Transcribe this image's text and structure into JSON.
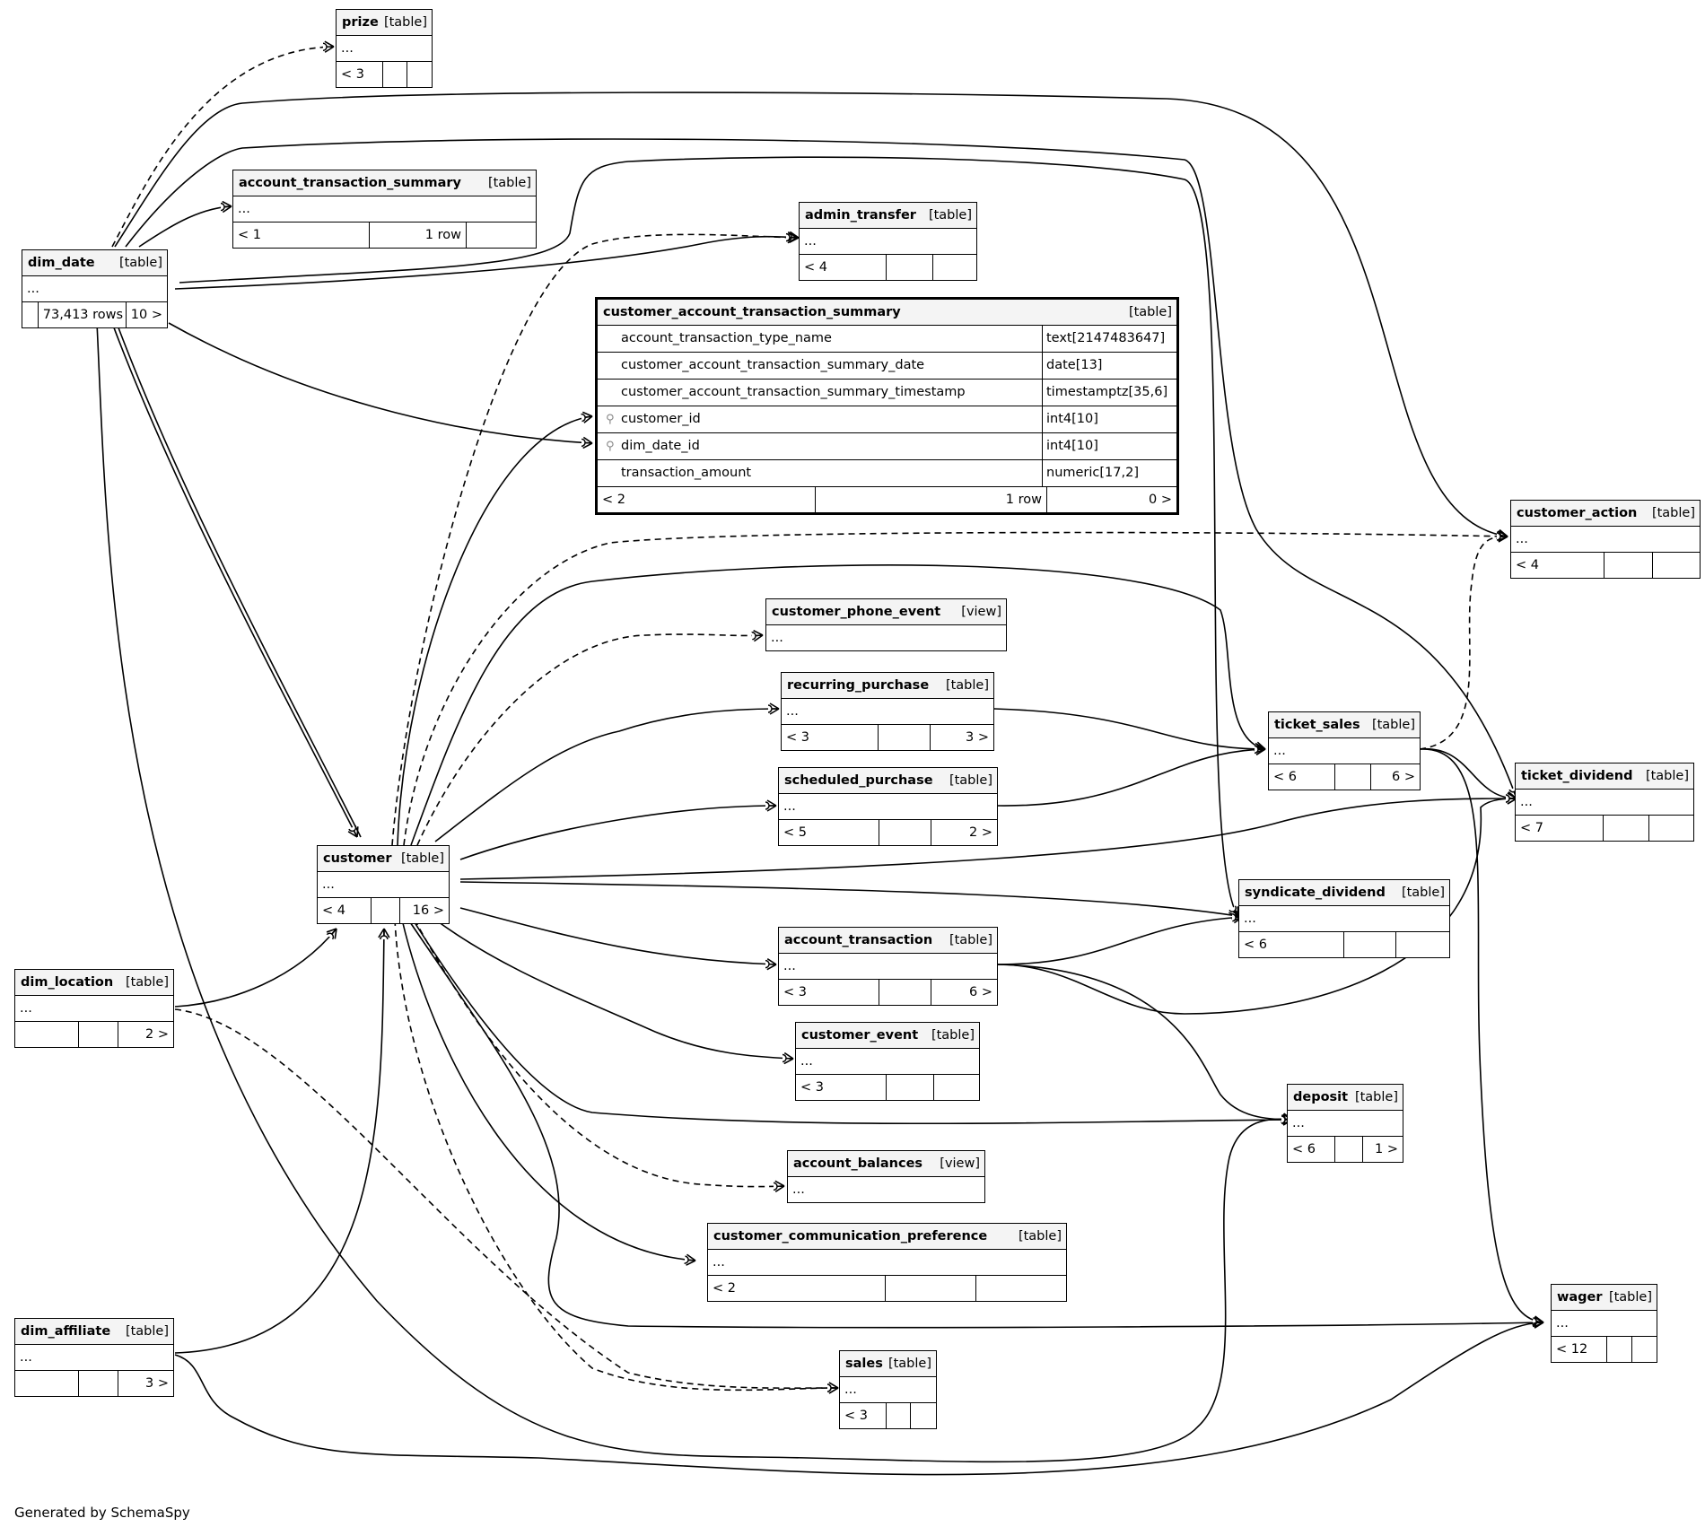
{
  "footer_text": "Generated by SchemaSpy",
  "focus_table": {
    "name": "customer_account_transaction_summary",
    "type": "[table]",
    "columns": [
      {
        "name": "account_transaction_type_name",
        "datatype": "text[2147483647]",
        "key": false
      },
      {
        "name": "customer_account_transaction_summary_date",
        "datatype": "date[13]",
        "key": false
      },
      {
        "name": "customer_account_transaction_summary_timestamp",
        "datatype": "timestamptz[35,6]",
        "key": false
      },
      {
        "name": "customer_id",
        "datatype": "int4[10]",
        "key": true
      },
      {
        "name": "dim_date_id",
        "datatype": "int4[10]",
        "key": true
      },
      {
        "name": "transaction_amount",
        "datatype": "numeric[17,2]",
        "key": false
      }
    ],
    "footer": [
      "< 2",
      "1 row",
      "0 >"
    ],
    "key_icon": "key-icon"
  },
  "tables": {
    "prize": {
      "name": "prize",
      "type": "[table]",
      "body": "...",
      "footer": [
        "< 3",
        "",
        ""
      ]
    },
    "account_transaction_summary": {
      "name": "account_transaction_summary",
      "type": "[table]",
      "body": "...",
      "footer": [
        "< 1",
        "1 row",
        ""
      ]
    },
    "admin_transfer": {
      "name": "admin_transfer",
      "type": "[table]",
      "body": "...",
      "footer": [
        "< 4",
        "",
        ""
      ]
    },
    "dim_date": {
      "name": "dim_date",
      "type": "[table]",
      "body": "...",
      "footer": [
        "",
        "73,413 rows",
        "10 >"
      ]
    },
    "customer_action": {
      "name": "customer_action",
      "type": "[table]",
      "body": "...",
      "footer": [
        "< 4",
        "",
        ""
      ]
    },
    "customer_phone_event": {
      "name": "customer_phone_event",
      "type": "[view]",
      "body": "...",
      "footer": null
    },
    "recurring_purchase": {
      "name": "recurring_purchase",
      "type": "[table]",
      "body": "...",
      "footer": [
        "< 3",
        "",
        "3 >"
      ]
    },
    "ticket_sales": {
      "name": "ticket_sales",
      "type": "[table]",
      "body": "...",
      "footer": [
        "< 6",
        "",
        "6 >"
      ]
    },
    "scheduled_purchase": {
      "name": "scheduled_purchase",
      "type": "[table]",
      "body": "...",
      "footer": [
        "< 5",
        "",
        "2 >"
      ]
    },
    "ticket_dividend": {
      "name": "ticket_dividend",
      "type": "[table]",
      "body": "...",
      "footer": [
        "< 7",
        "",
        ""
      ]
    },
    "customer": {
      "name": "customer",
      "type": "[table]",
      "body": "...",
      "footer": [
        "< 4",
        "",
        "16 >"
      ]
    },
    "syndicate_dividend": {
      "name": "syndicate_dividend",
      "type": "[table]",
      "body": "...",
      "footer": [
        "< 6",
        "",
        ""
      ]
    },
    "dim_location": {
      "name": "dim_location",
      "type": "[table]",
      "body": "...",
      "footer": [
        "",
        "",
        "2 >"
      ]
    },
    "account_transaction": {
      "name": "account_transaction",
      "type": "[table]",
      "body": "...",
      "footer": [
        "< 3",
        "",
        "6 >"
      ]
    },
    "customer_event": {
      "name": "customer_event",
      "type": "[table]",
      "body": "...",
      "footer": [
        "< 3",
        "",
        ""
      ]
    },
    "deposit": {
      "name": "deposit",
      "type": "[table]",
      "body": "...",
      "footer": [
        "< 6",
        "",
        "1 >"
      ]
    },
    "account_balances": {
      "name": "account_balances",
      "type": "[view]",
      "body": "...",
      "footer": null
    },
    "customer_communication_preference": {
      "name": "customer_communication_preference",
      "type": "[table]",
      "body": "...",
      "footer": [
        "< 2",
        "",
        ""
      ]
    },
    "wager": {
      "name": "wager",
      "type": "[table]",
      "body": "...",
      "footer": [
        "< 12",
        "",
        ""
      ]
    },
    "dim_affiliate": {
      "name": "dim_affiliate",
      "type": "[table]",
      "body": "...",
      "footer": [
        "",
        "",
        "3 >"
      ]
    },
    "sales": {
      "name": "sales",
      "type": "[table]",
      "body": "...",
      "footer": [
        "< 3",
        "",
        ""
      ]
    }
  },
  "relationships": [
    {
      "from": "dim_date",
      "to": "prize",
      "style": "dashed"
    },
    {
      "from": "dim_date",
      "to": "account_transaction_summary",
      "style": "solid"
    },
    {
      "from": "dim_date",
      "to": "admin_transfer",
      "style": "solid"
    },
    {
      "from": "dim_date",
      "to": "customer_account_transaction_summary",
      "style": "solid"
    },
    {
      "from": "dim_date",
      "to": "customer",
      "style": "solid"
    },
    {
      "from": "dim_date",
      "to": "customer_action",
      "style": "solid"
    },
    {
      "from": "dim_date",
      "to": "syndicate_dividend",
      "style": "solid"
    },
    {
      "from": "dim_date",
      "to": "ticket_dividend",
      "style": "solid"
    },
    {
      "from": "dim_date",
      "to": "deposit",
      "style": "solid"
    },
    {
      "from": "customer",
      "to": "customer_account_transaction_summary",
      "style": "solid"
    },
    {
      "from": "customer",
      "to": "admin_transfer",
      "style": "dashed"
    },
    {
      "from": "customer",
      "to": "customer_action",
      "style": "dashed"
    },
    {
      "from": "customer",
      "to": "customer_phone_event",
      "style": "dashed"
    },
    {
      "from": "customer",
      "to": "recurring_purchase",
      "style": "solid"
    },
    {
      "from": "customer",
      "to": "scheduled_purchase",
      "style": "solid"
    },
    {
      "from": "customer",
      "to": "ticket_sales",
      "style": "solid"
    },
    {
      "from": "customer",
      "to": "ticket_dividend",
      "style": "solid"
    },
    {
      "from": "customer",
      "to": "syndicate_dividend",
      "style": "solid"
    },
    {
      "from": "customer",
      "to": "account_transaction",
      "style": "solid"
    },
    {
      "from": "customer",
      "to": "customer_event",
      "style": "solid"
    },
    {
      "from": "customer",
      "to": "deposit",
      "style": "solid"
    },
    {
      "from": "customer",
      "to": "account_balances",
      "style": "dashed"
    },
    {
      "from": "customer",
      "to": "customer_communication_preference",
      "style": "solid"
    },
    {
      "from": "customer",
      "to": "wager",
      "style": "solid"
    },
    {
      "from": "customer",
      "to": "sales",
      "style": "dashed"
    },
    {
      "from": "recurring_purchase",
      "to": "ticket_sales",
      "style": "solid"
    },
    {
      "from": "scheduled_purchase",
      "to": "ticket_sales",
      "style": "solid"
    },
    {
      "from": "ticket_sales",
      "to": "customer_action",
      "style": "dashed"
    },
    {
      "from": "ticket_sales",
      "to": "ticket_dividend",
      "style": "solid"
    },
    {
      "from": "ticket_sales",
      "to": "wager",
      "style": "solid"
    },
    {
      "from": "account_transaction",
      "to": "syndicate_dividend",
      "style": "solid"
    },
    {
      "from": "account_transaction",
      "to": "ticket_dividend",
      "style": "solid"
    },
    {
      "from": "account_transaction",
      "to": "deposit",
      "style": "solid"
    },
    {
      "from": "dim_location",
      "to": "customer",
      "style": "solid"
    },
    {
      "from": "dim_location",
      "to": "sales",
      "style": "dashed"
    },
    {
      "from": "dim_affiliate",
      "to": "customer",
      "style": "solid"
    },
    {
      "from": "dim_affiliate",
      "to": "wager",
      "style": "solid"
    }
  ]
}
